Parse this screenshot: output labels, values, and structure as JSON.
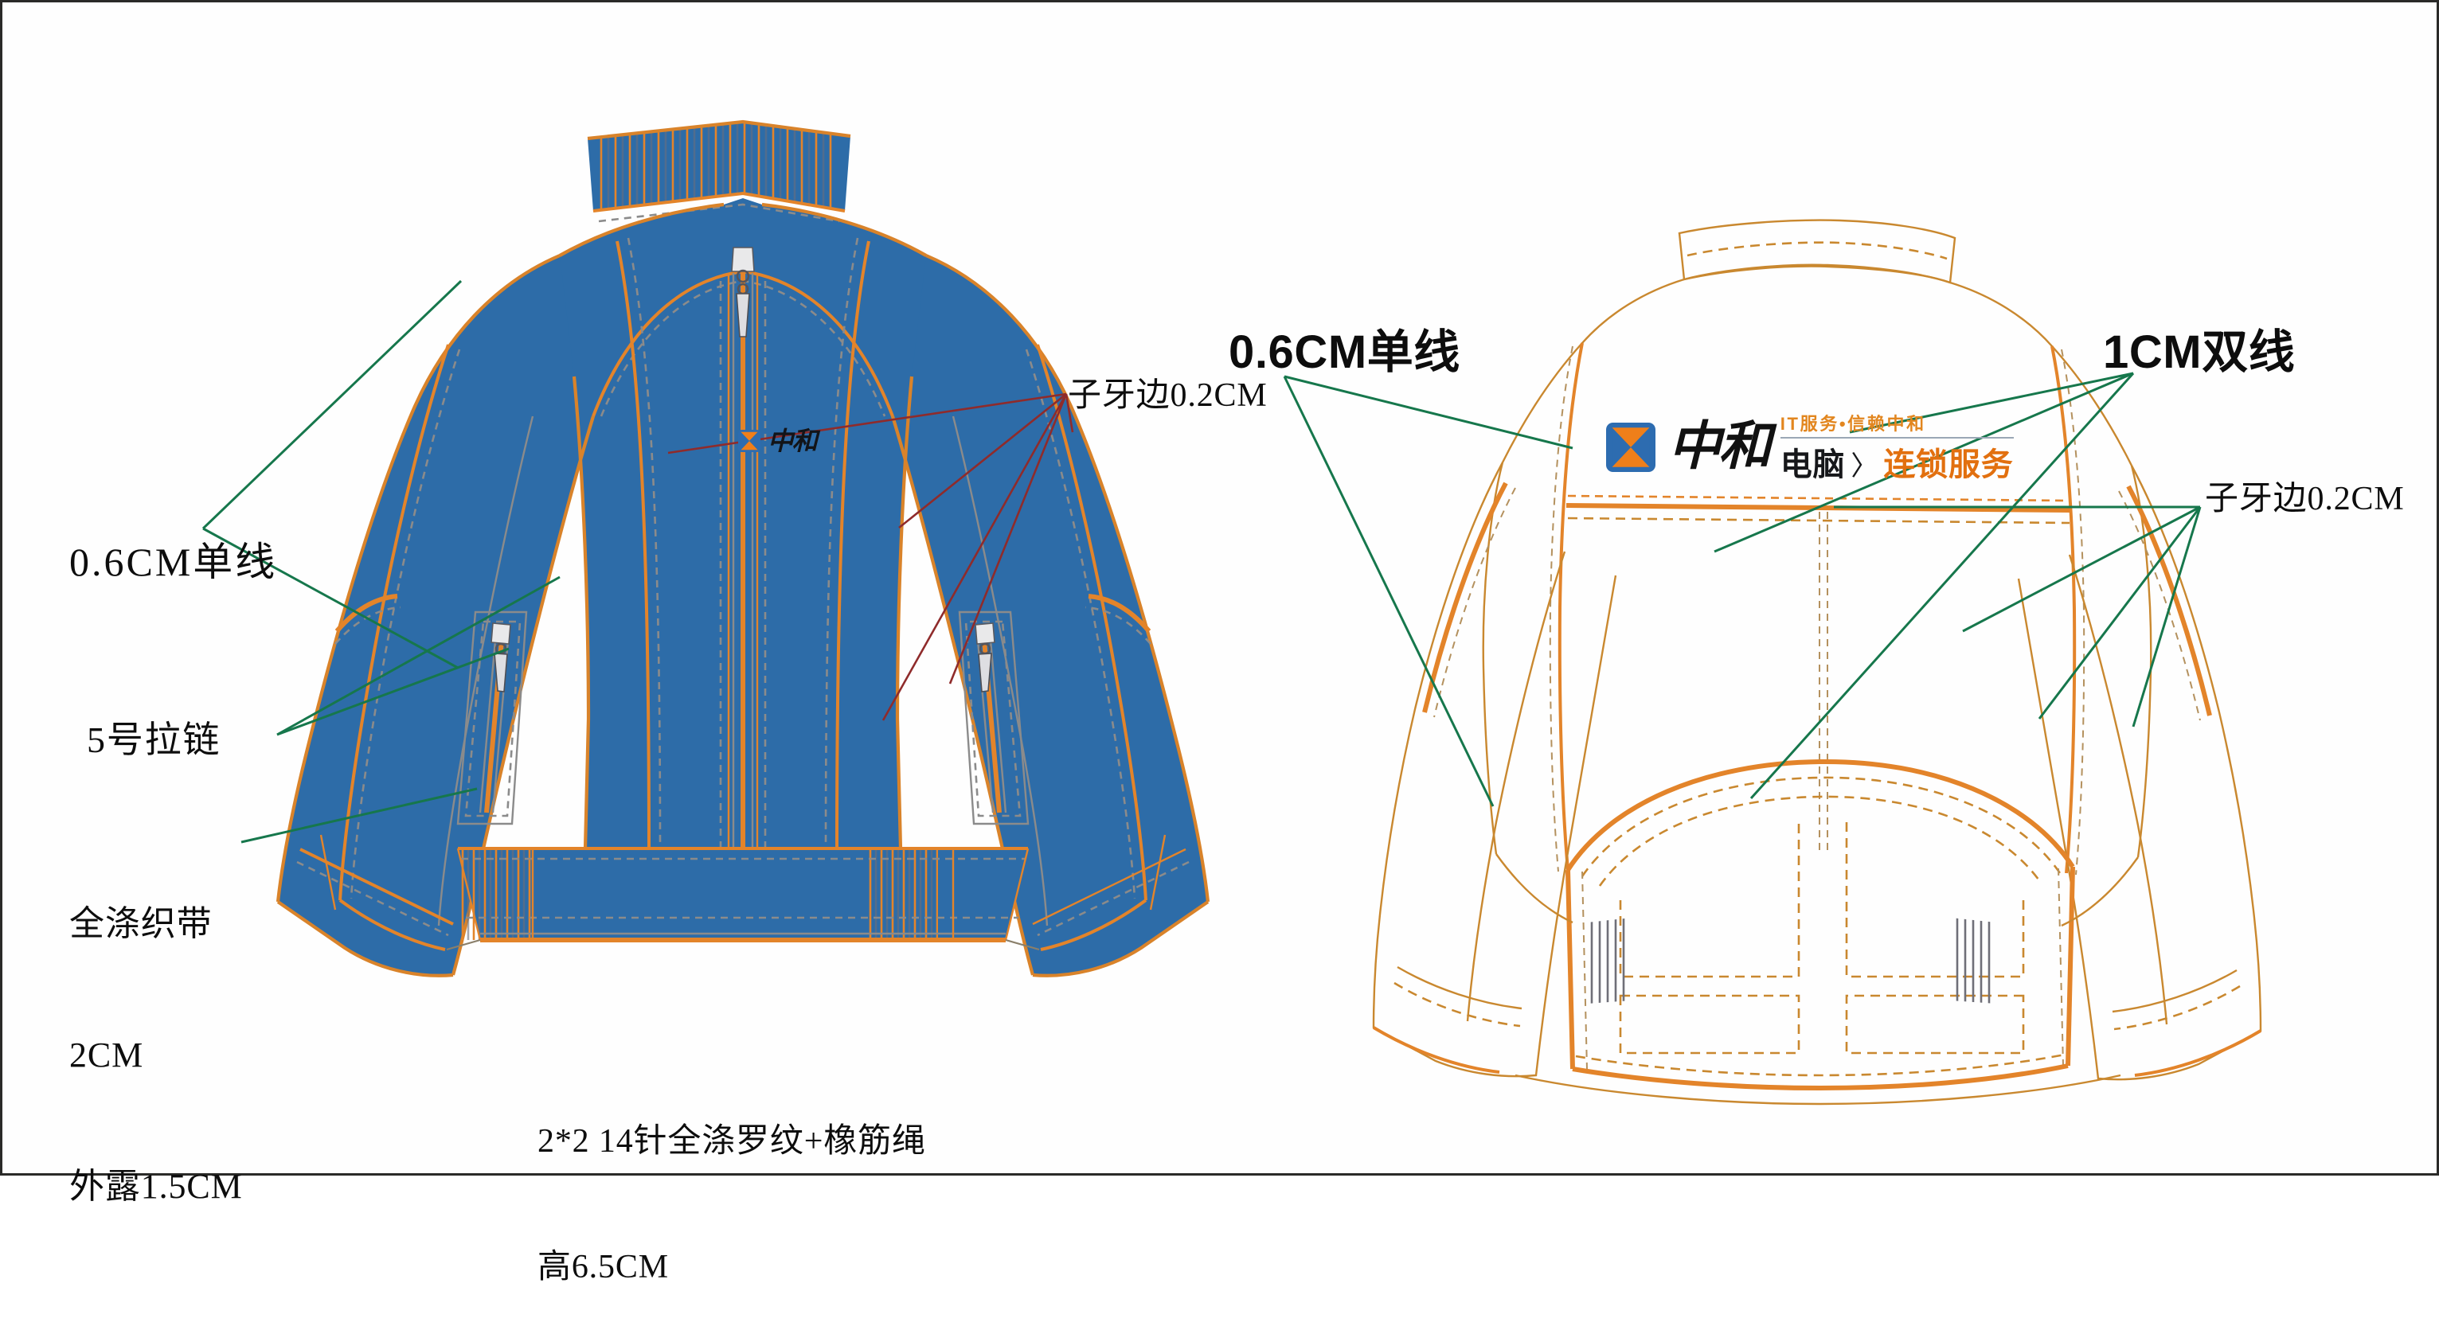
{
  "drawing": {
    "type": "garment-technical-spec",
    "views": [
      {
        "name": "front-view",
        "label": "Front"
      },
      {
        "name": "back-view",
        "label": "Back"
      }
    ],
    "colors": {
      "body_blue": "#2d6ca8",
      "seam_orange": "#e3842a",
      "stitch_gray": "#8b8b8b",
      "leader_green": "#16774c",
      "leader_red": "#8f2b2b",
      "outline_tan": "#c9882f",
      "border": "#2a2a28",
      "background": "#fefefe"
    }
  },
  "annotations": {
    "front_single_stitch": "0.6CM单线",
    "front_zipper": "5号拉链",
    "front_tape_line1": "全涤织带",
    "front_tape_line2": "2CM",
    "front_tape_line3": "外露1.5CM",
    "front_rib_line1": "2*2 14针全涤罗纹+橡筋绳",
    "front_rib_line2": "高6.5CM",
    "front_piping": "子牙边0.2CM",
    "back_single_stitch": "0.6CM单线",
    "back_double_stitch": "1CM双线",
    "back_piping": "子牙边0.2CM"
  },
  "logo": {
    "mark_name": "zhonghe-x-mark",
    "wordmark": "中和",
    "tagline": "IT服务•信赖中和",
    "line2_black": "电脑",
    "line2_arrow": "〉",
    "line2_orange": "连锁服务"
  },
  "front_logo": {
    "mark_name": "zhonghe-x-mark",
    "wordmark": "中和"
  }
}
